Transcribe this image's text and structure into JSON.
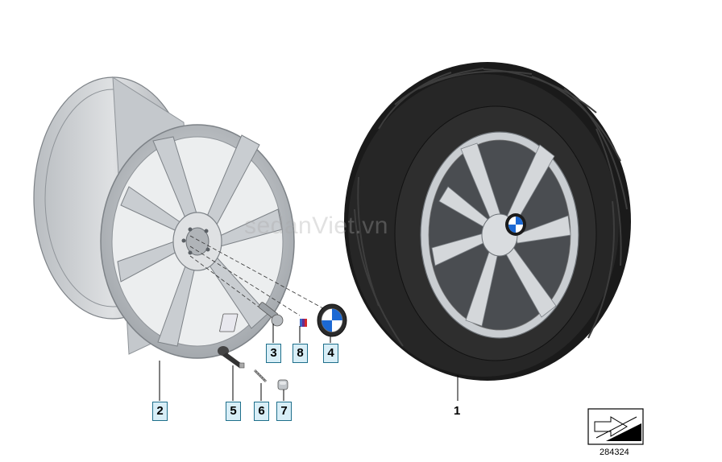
{
  "diagram": {
    "parts": [
      {
        "id": "1",
        "label": "1"
      },
      {
        "id": "2",
        "label": "2"
      },
      {
        "id": "3",
        "label": "3"
      },
      {
        "id": "4",
        "label": "4"
      },
      {
        "id": "5",
        "label": "5"
      },
      {
        "id": "6",
        "label": "6"
      },
      {
        "id": "7",
        "label": "7"
      },
      {
        "id": "8",
        "label": "8"
      }
    ],
    "reference_number": "284324",
    "watermark": "sedanViet.vn",
    "colors": {
      "callout_border": "#1f6f8b",
      "callout_fill": "#d8eef7",
      "rim_silver": "#c8ccd0",
      "tire_black": "#1a1a1a"
    }
  }
}
